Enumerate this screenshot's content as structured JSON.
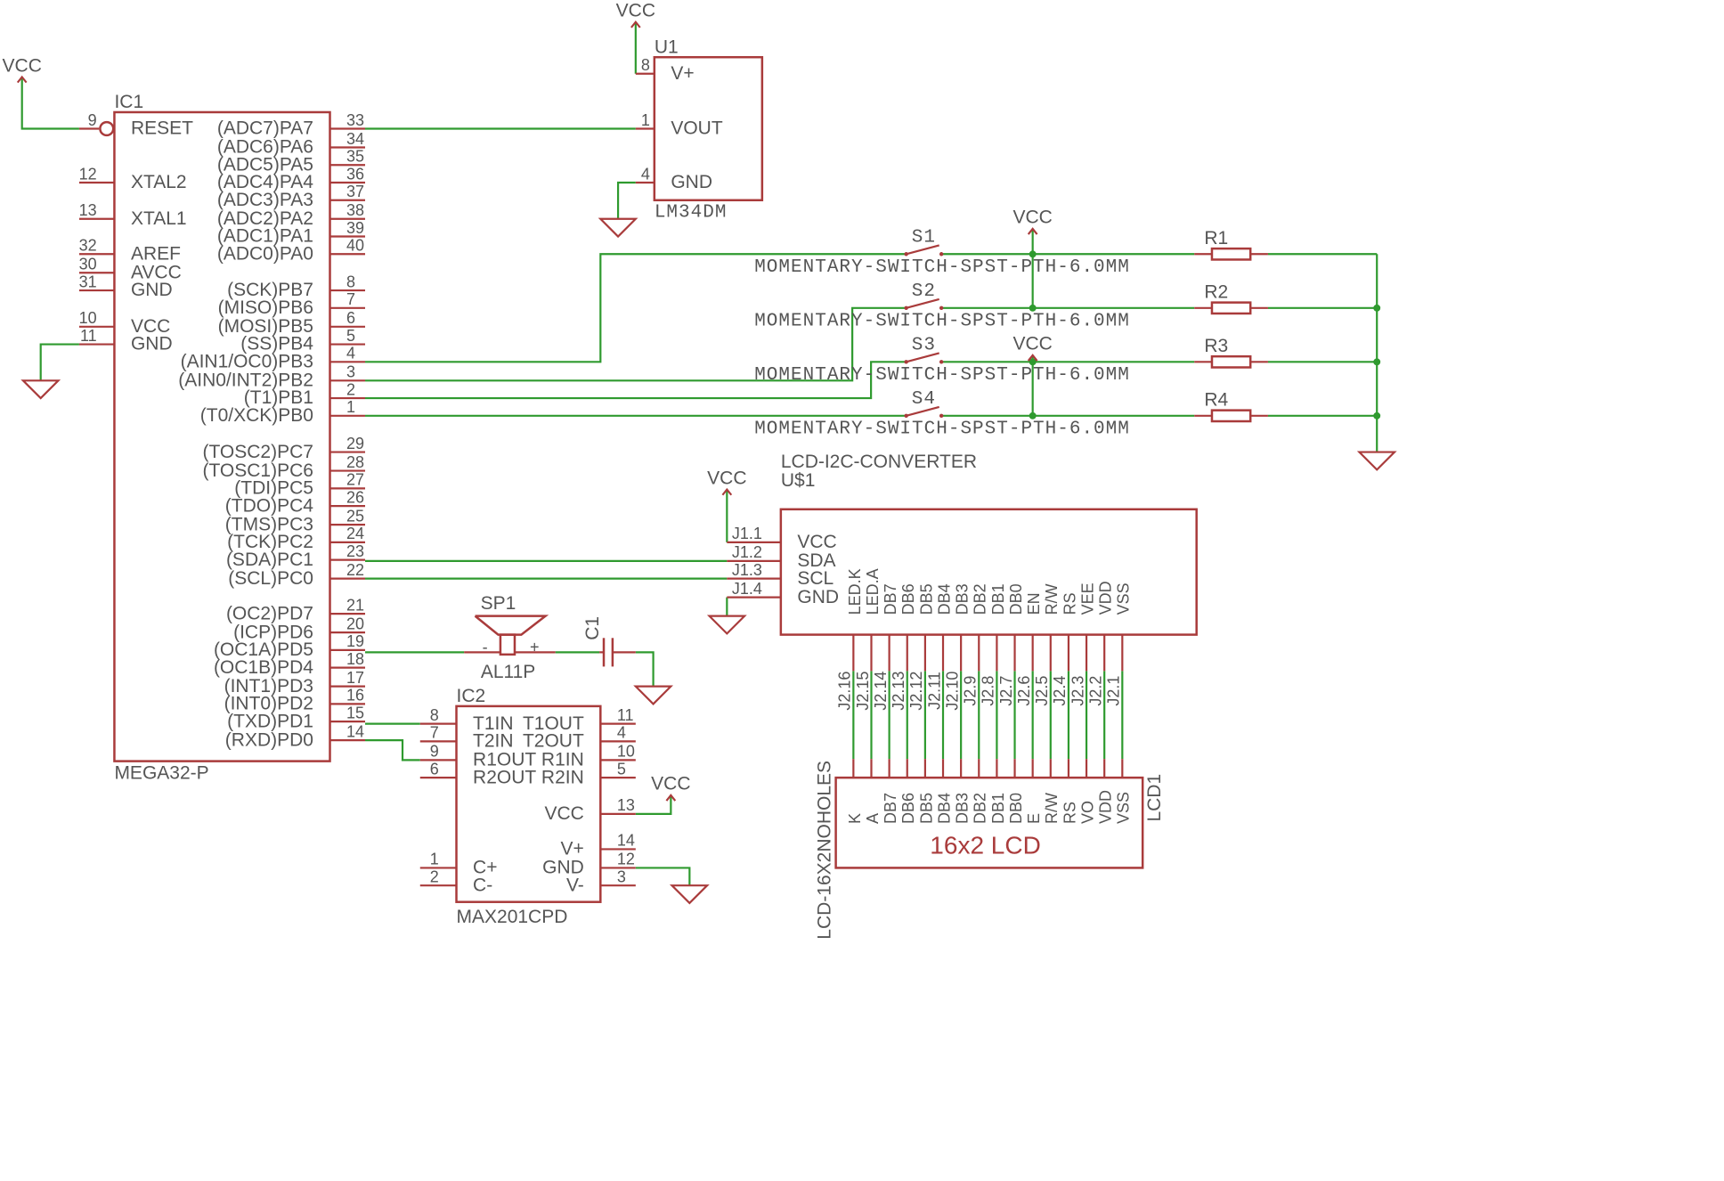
{
  "vcc_label": "VCC",
  "ic1": {
    "ref": "IC1",
    "value": "MEGA32-P",
    "left_pins": [
      {
        "num": "9",
        "name": "RESET"
      },
      {
        "num": "12",
        "name": "XTAL2"
      },
      {
        "num": "13",
        "name": "XTAL1"
      },
      {
        "num": "32",
        "name": "AREF"
      },
      {
        "num": "30",
        "name": "AVCC"
      },
      {
        "num": "31",
        "name": "GND"
      },
      {
        "num": "10",
        "name": "VCC"
      },
      {
        "num": "11",
        "name": "GND"
      }
    ],
    "right_pins": [
      {
        "num": "33",
        "name": "(ADC7)PA7"
      },
      {
        "num": "34",
        "name": "(ADC6)PA6"
      },
      {
        "num": "35",
        "name": "(ADC5)PA5"
      },
      {
        "num": "36",
        "name": "(ADC4)PA4"
      },
      {
        "num": "37",
        "name": "(ADC3)PA3"
      },
      {
        "num": "38",
        "name": "(ADC2)PA2"
      },
      {
        "num": "39",
        "name": "(ADC1)PA1"
      },
      {
        "num": "40",
        "name": "(ADC0)PA0"
      },
      {
        "num": "8",
        "name": "(SCK)PB7"
      },
      {
        "num": "7",
        "name": "(MISO)PB6"
      },
      {
        "num": "6",
        "name": "(MOSI)PB5"
      },
      {
        "num": "5",
        "name": "(SS)PB4"
      },
      {
        "num": "4",
        "name": "(AIN1/OC0)PB3"
      },
      {
        "num": "3",
        "name": "(AIN0/INT2)PB2"
      },
      {
        "num": "2",
        "name": "(T1)PB1"
      },
      {
        "num": "1",
        "name": "(T0/XCK)PB0"
      },
      {
        "num": "29",
        "name": "(TOSC2)PC7"
      },
      {
        "num": "28",
        "name": "(TOSC1)PC6"
      },
      {
        "num": "27",
        "name": "(TDI)PC5"
      },
      {
        "num": "26",
        "name": "(TDO)PC4"
      },
      {
        "num": "25",
        "name": "(TMS)PC3"
      },
      {
        "num": "24",
        "name": "(TCK)PC2"
      },
      {
        "num": "23",
        "name": "(SDA)PC1"
      },
      {
        "num": "22",
        "name": "(SCL)PC0"
      },
      {
        "num": "21",
        "name": "(OC2)PD7"
      },
      {
        "num": "20",
        "name": "(ICP)PD6"
      },
      {
        "num": "19",
        "name": "(OC1A)PD5"
      },
      {
        "num": "18",
        "name": "(OC1B)PD4"
      },
      {
        "num": "17",
        "name": "(INT1)PD3"
      },
      {
        "num": "16",
        "name": "(INT0)PD2"
      },
      {
        "num": "15",
        "name": "(TXD)PD1"
      },
      {
        "num": "14",
        "name": "(RXD)PD0"
      }
    ]
  },
  "u1": {
    "ref": "U1",
    "value": "LM34DM",
    "pins": [
      {
        "num": "8",
        "name": "V+"
      },
      {
        "num": "1",
        "name": "VOUT"
      },
      {
        "num": "4",
        "name": "GND"
      }
    ]
  },
  "switches": {
    "refs": [
      "S1",
      "S2",
      "S3",
      "S4"
    ],
    "value": "MOMENTARY-SWITCH-SPST-PTH-6.0MM"
  },
  "resistors": [
    "R1",
    "R2",
    "R3",
    "R4"
  ],
  "u_s1": {
    "name": "LCD-I2C-CONVERTER",
    "ref": "U$1",
    "left_pins": [
      {
        "num": "J1.1",
        "name": "VCC"
      },
      {
        "num": "J1.2",
        "name": "SDA"
      },
      {
        "num": "J1.3",
        "name": "SCL"
      },
      {
        "num": "J1.4",
        "name": "GND"
      }
    ],
    "bottom_names": [
      "LED.K",
      "LED.A",
      "DB7",
      "DB6",
      "DB5",
      "DB4",
      "DB3",
      "DB2",
      "DB1",
      "DB0",
      "EN",
      "R/W",
      "RS",
      "VEE",
      "VDD",
      "VSS"
    ],
    "bottom_nums": [
      "J2.16",
      "J2.15",
      "J2.14",
      "J2.13",
      "J2.12",
      "J2.11",
      "J2.10",
      "J2.9",
      "J2.8",
      "J2.7",
      "J2.6",
      "J2.5",
      "J2.4",
      "J2.3",
      "J2.2",
      "J2.1"
    ]
  },
  "lcd1": {
    "ref": "LCD1",
    "value": "LCD-16X2NOHOLES",
    "title": "16x2 LCD",
    "names": [
      "K",
      "A",
      "DB7",
      "DB6",
      "DB5",
      "DB4",
      "DB3",
      "DB2",
      "DB1",
      "DB0",
      "E",
      "R/W",
      "RS",
      "VO",
      "VDD",
      "VSS"
    ]
  },
  "sp1": {
    "ref": "SP1",
    "value": "AL11P",
    "minus": "-",
    "plus": "+"
  },
  "c1": {
    "ref": "C1"
  },
  "ic2": {
    "ref": "IC2",
    "value": "MAX201CPD",
    "left_pins": [
      {
        "num": "8",
        "name": "T1IN"
      },
      {
        "num": "7",
        "name": "T2IN"
      },
      {
        "num": "9",
        "name": "R1OUT"
      },
      {
        "num": "6",
        "name": "R2OUT"
      },
      {
        "num": "1",
        "name": "C+"
      },
      {
        "num": "2",
        "name": "C-"
      }
    ],
    "right_pins": [
      {
        "num": "11",
        "name": "T1OUT"
      },
      {
        "num": "4",
        "name": "T2OUT"
      },
      {
        "num": "10",
        "name": "R1IN"
      },
      {
        "num": "5",
        "name": "R2IN"
      },
      {
        "num": "13",
        "name": "VCC"
      },
      {
        "num": "14",
        "name": "V+"
      },
      {
        "num": "12",
        "name": "GND"
      },
      {
        "num": "3",
        "name": "V-"
      }
    ]
  }
}
